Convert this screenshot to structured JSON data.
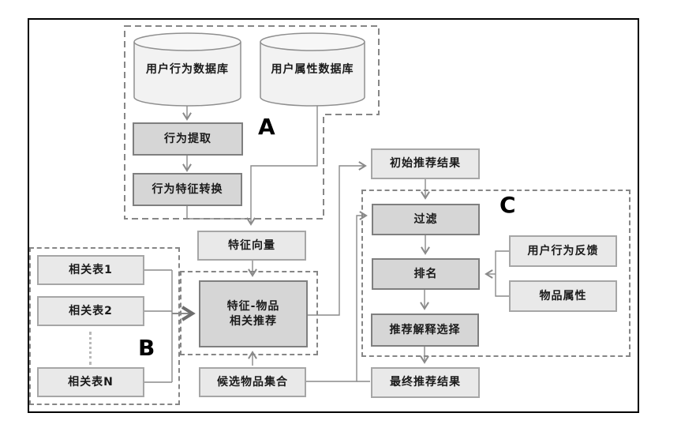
{
  "diagram": {
    "title": "recommendation-system-flowchart",
    "groups": {
      "a": {
        "label": "A"
      },
      "b": {
        "label": "B"
      },
      "c": {
        "label": "C"
      }
    },
    "nodes": {
      "user_behavior_db": {
        "label": "用户行为数据库",
        "type": "database"
      },
      "user_attribute_db": {
        "label": "用户属性数据库",
        "type": "database"
      },
      "behavior_extraction": {
        "label": "行为提取",
        "type": "process"
      },
      "behavior_feature_conversion": {
        "label": "行为特征转换",
        "type": "process"
      },
      "feature_vector": {
        "label": "特征向量",
        "type": "data"
      },
      "feature_item_recommendation": {
        "label_line1": "特征-物品",
        "label_line2": "相关推荐",
        "type": "process"
      },
      "candidate_item_set": {
        "label": "候选物品集合",
        "type": "data"
      },
      "related_table_1": {
        "label": "相关表1",
        "type": "data"
      },
      "related_table_2": {
        "label": "相关表2",
        "type": "data"
      },
      "related_table_n": {
        "label": "相关表N",
        "type": "data"
      },
      "initial_recommendation_result": {
        "label": "初始推荐结果",
        "type": "data"
      },
      "filter": {
        "label": "过滤",
        "type": "process"
      },
      "ranking": {
        "label": "排名",
        "type": "process"
      },
      "recommendation_explanation_selection": {
        "label": "推荐解释选择",
        "type": "process"
      },
      "final_recommendation_result": {
        "label": "最终推荐结果",
        "type": "data"
      },
      "user_behavior_feedback": {
        "label": "用户行为反馈",
        "type": "data"
      },
      "item_attributes": {
        "label": "物品属性",
        "type": "data"
      }
    },
    "colors": {
      "process_fill": "#d6d6d6",
      "process_border": "#7f7f7f",
      "data_fill": "#e9e9e9",
      "data_border": "#a6a6a6",
      "database_fill": "#f2f2f2",
      "connector": "#8a8a8a",
      "group_dash": "#868686",
      "frame_border": "#000000"
    }
  }
}
